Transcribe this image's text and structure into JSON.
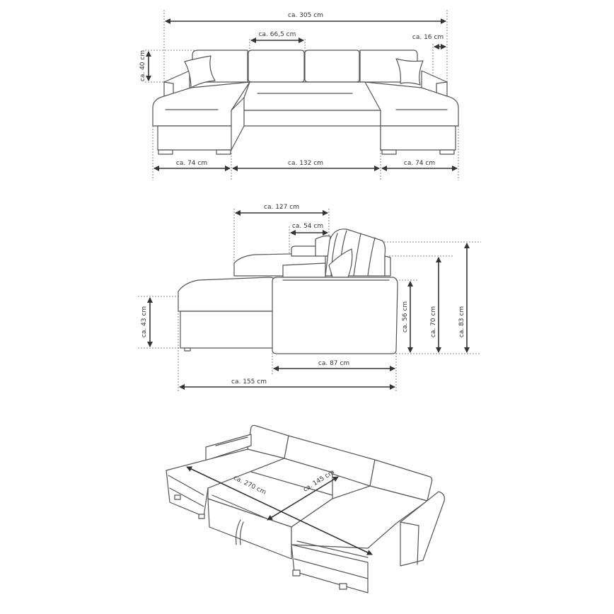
{
  "title": "Sofa dimension diagram",
  "colors": {
    "line": "#555555",
    "dimension": "#333333",
    "background": "#ffffff"
  },
  "front_view": {
    "dimensions": {
      "total_width": "ca. 305 cm",
      "cushion_width": "ca. 66,5 cm",
      "armrest_width": "ca. 16 cm",
      "backrest_height": "ca. 40 cm",
      "left_chaise_width": "ca. 74 cm",
      "middle_width": "ca. 132 cm",
      "right_chaise_width": "ca. 74 cm"
    }
  },
  "side_view": {
    "dimensions": {
      "chaise_depth": "ca. 127 cm",
      "armrest_depth": "ca. 54 cm",
      "seat_height": "ca. 43 cm",
      "armrest_height": "ca. 56 cm",
      "backrest_top_height": "ca. 70 cm",
      "total_height": "ca. 83 cm",
      "seat_depth": "ca. 87 cm",
      "total_depth": "ca. 155 cm"
    }
  },
  "bed_view": {
    "dimensions": {
      "sleeping_length": "ca. 270 cm",
      "sleeping_width": "ca. 145 cm"
    }
  }
}
